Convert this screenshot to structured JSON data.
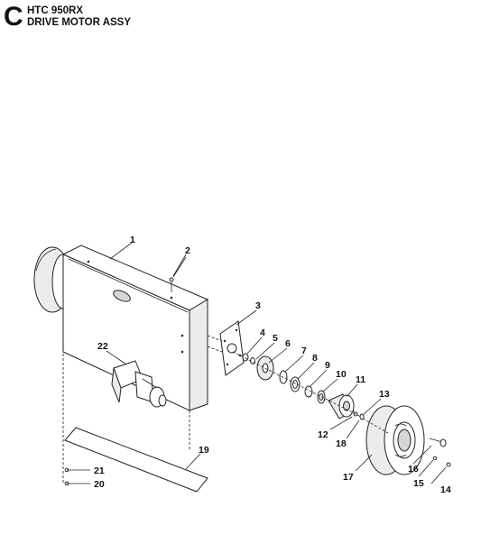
{
  "header": {
    "letter": "C",
    "line1": "HTC 950RX",
    "line2": "DRIVE MOTOR ASSY"
  },
  "callouts": [
    {
      "id": "1",
      "label": "1"
    },
    {
      "id": "2",
      "label": "2"
    },
    {
      "id": "3",
      "label": "3"
    },
    {
      "id": "4",
      "label": "4"
    },
    {
      "id": "5",
      "label": "5"
    },
    {
      "id": "6",
      "label": "6"
    },
    {
      "id": "7",
      "label": "7"
    },
    {
      "id": "8",
      "label": "8"
    },
    {
      "id": "9",
      "label": "9"
    },
    {
      "id": "10",
      "label": "10"
    },
    {
      "id": "11",
      "label": "11"
    },
    {
      "id": "12",
      "label": "12"
    },
    {
      "id": "13",
      "label": "13"
    },
    {
      "id": "14",
      "label": "14"
    },
    {
      "id": "15",
      "label": "15"
    },
    {
      "id": "16",
      "label": "16"
    },
    {
      "id": "17",
      "label": "17"
    },
    {
      "id": "18",
      "label": "18"
    },
    {
      "id": "19",
      "label": "19"
    },
    {
      "id": "20",
      "label": "20"
    },
    {
      "id": "21",
      "label": "21"
    },
    {
      "id": "22",
      "label": "22"
    }
  ]
}
